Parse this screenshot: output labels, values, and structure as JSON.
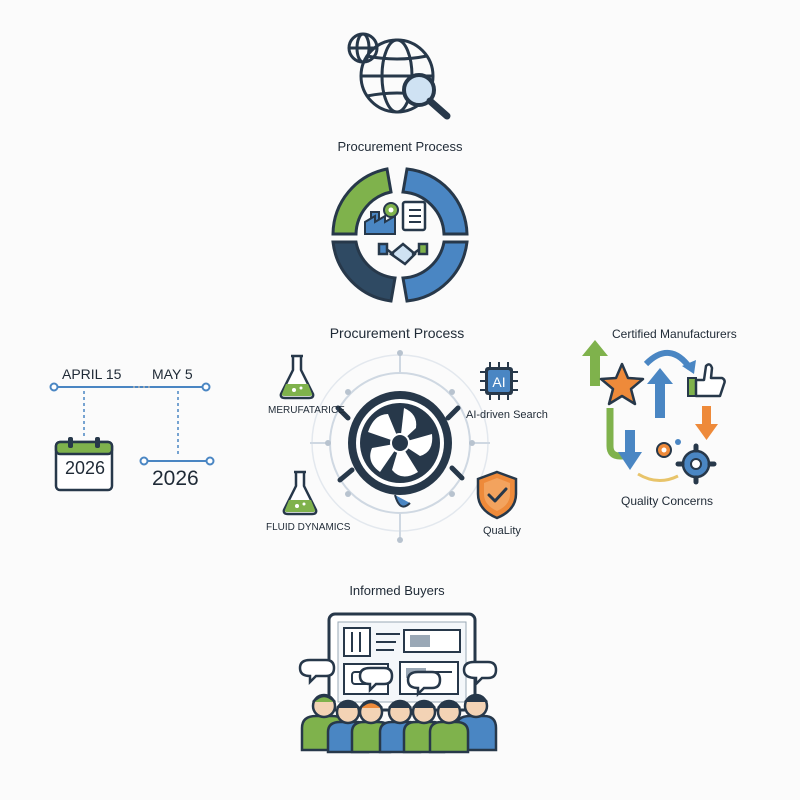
{
  "top": {
    "title": "Procurement Process",
    "icon": "globe-search-icon",
    "cycle_icons": [
      "factory-icon",
      "gear-icon",
      "checklist-icon",
      "handshake-icon"
    ]
  },
  "center": {
    "title": "Procurement Process",
    "hub_icon": "turbine-icon",
    "nodes": [
      {
        "label": "MERUFATARICE",
        "icon": "flask-icon"
      },
      {
        "label": "AI-driven Search",
        "icon": "ai-chip-icon",
        "chip_text": "AI"
      },
      {
        "label": "FLUID DYNAMICS",
        "icon": "flask-icon"
      },
      {
        "label": "QuaLity",
        "icon": "shield-check-icon"
      }
    ]
  },
  "timeline": {
    "date_1": "APRIL 15",
    "date_2": "MAY 5",
    "calendar_year": "2026",
    "year_2": "2026"
  },
  "right": {
    "title": "Certified Manufacturers",
    "caption": "Quality Concerns",
    "icons": [
      "arrow-up-icon",
      "star-icon",
      "thumbs-up-icon",
      "arrow-down-icon",
      "gear-icon"
    ]
  },
  "bottom": {
    "title": "Informed Buyers",
    "icons": [
      "monitor-icon",
      "speech-bubble-icon",
      "people-icon"
    ]
  },
  "colors": {
    "navy": "#27384a",
    "blue": "#4a86c3",
    "green": "#7fb24c",
    "orange": "#ee8a3a",
    "light_ring": "#cfd8e2"
  }
}
